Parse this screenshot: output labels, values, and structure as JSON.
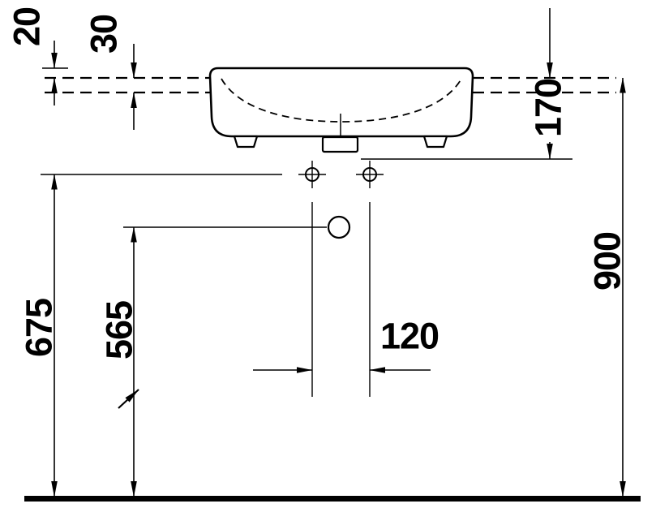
{
  "drawing": {
    "kind": "technical-dimension-drawing",
    "subject": "washbasin front elevation with installation dimensions"
  },
  "dims": {
    "d20": "20",
    "d30": "30",
    "d170": "170",
    "d675": "675",
    "d565": "565",
    "d120": "120",
    "d900": "900"
  },
  "colors": {
    "ink": "#000000",
    "background": "#ffffff"
  }
}
